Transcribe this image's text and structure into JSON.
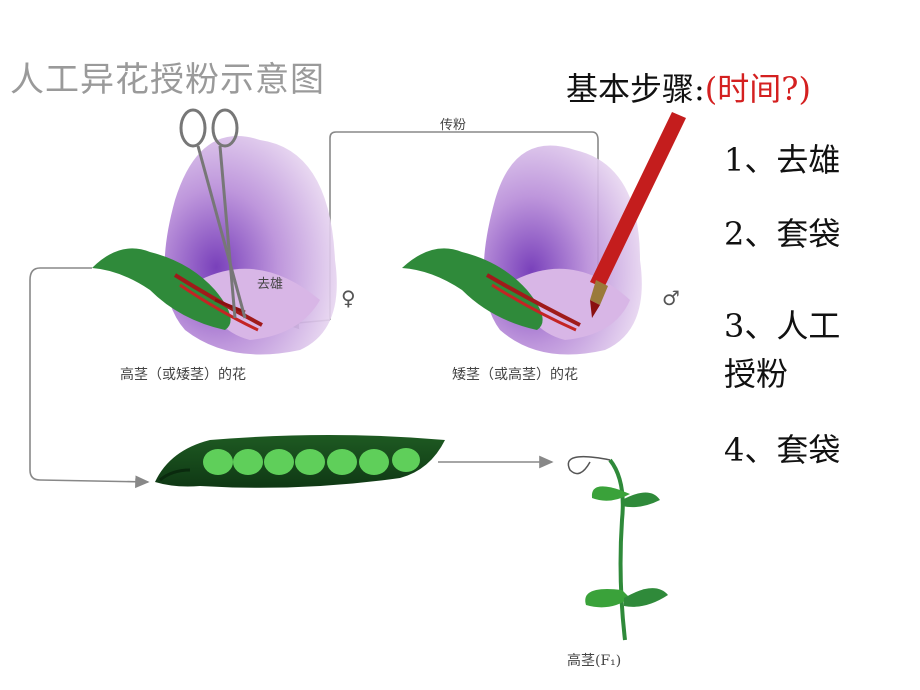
{
  "title": "人工异花授粉示意图",
  "steps": {
    "heading": "基本步骤:",
    "heading_red": "(时间?)",
    "step1": "1、去雄",
    "step2": "2、套袋",
    "step3_line1": "3、人工",
    "step3_line2": "授粉",
    "step4": "4、套袋"
  },
  "figure": {
    "caption_left": "高茎（或矮茎）的花",
    "caption_right": "矮茎（或高茎）的花",
    "caption_plant": "高茎(F₁)",
    "label_pollinate": "传粉",
    "label_emasculate": "去雄",
    "symbol_female": "♀",
    "symbol_male": "♂"
  }
}
